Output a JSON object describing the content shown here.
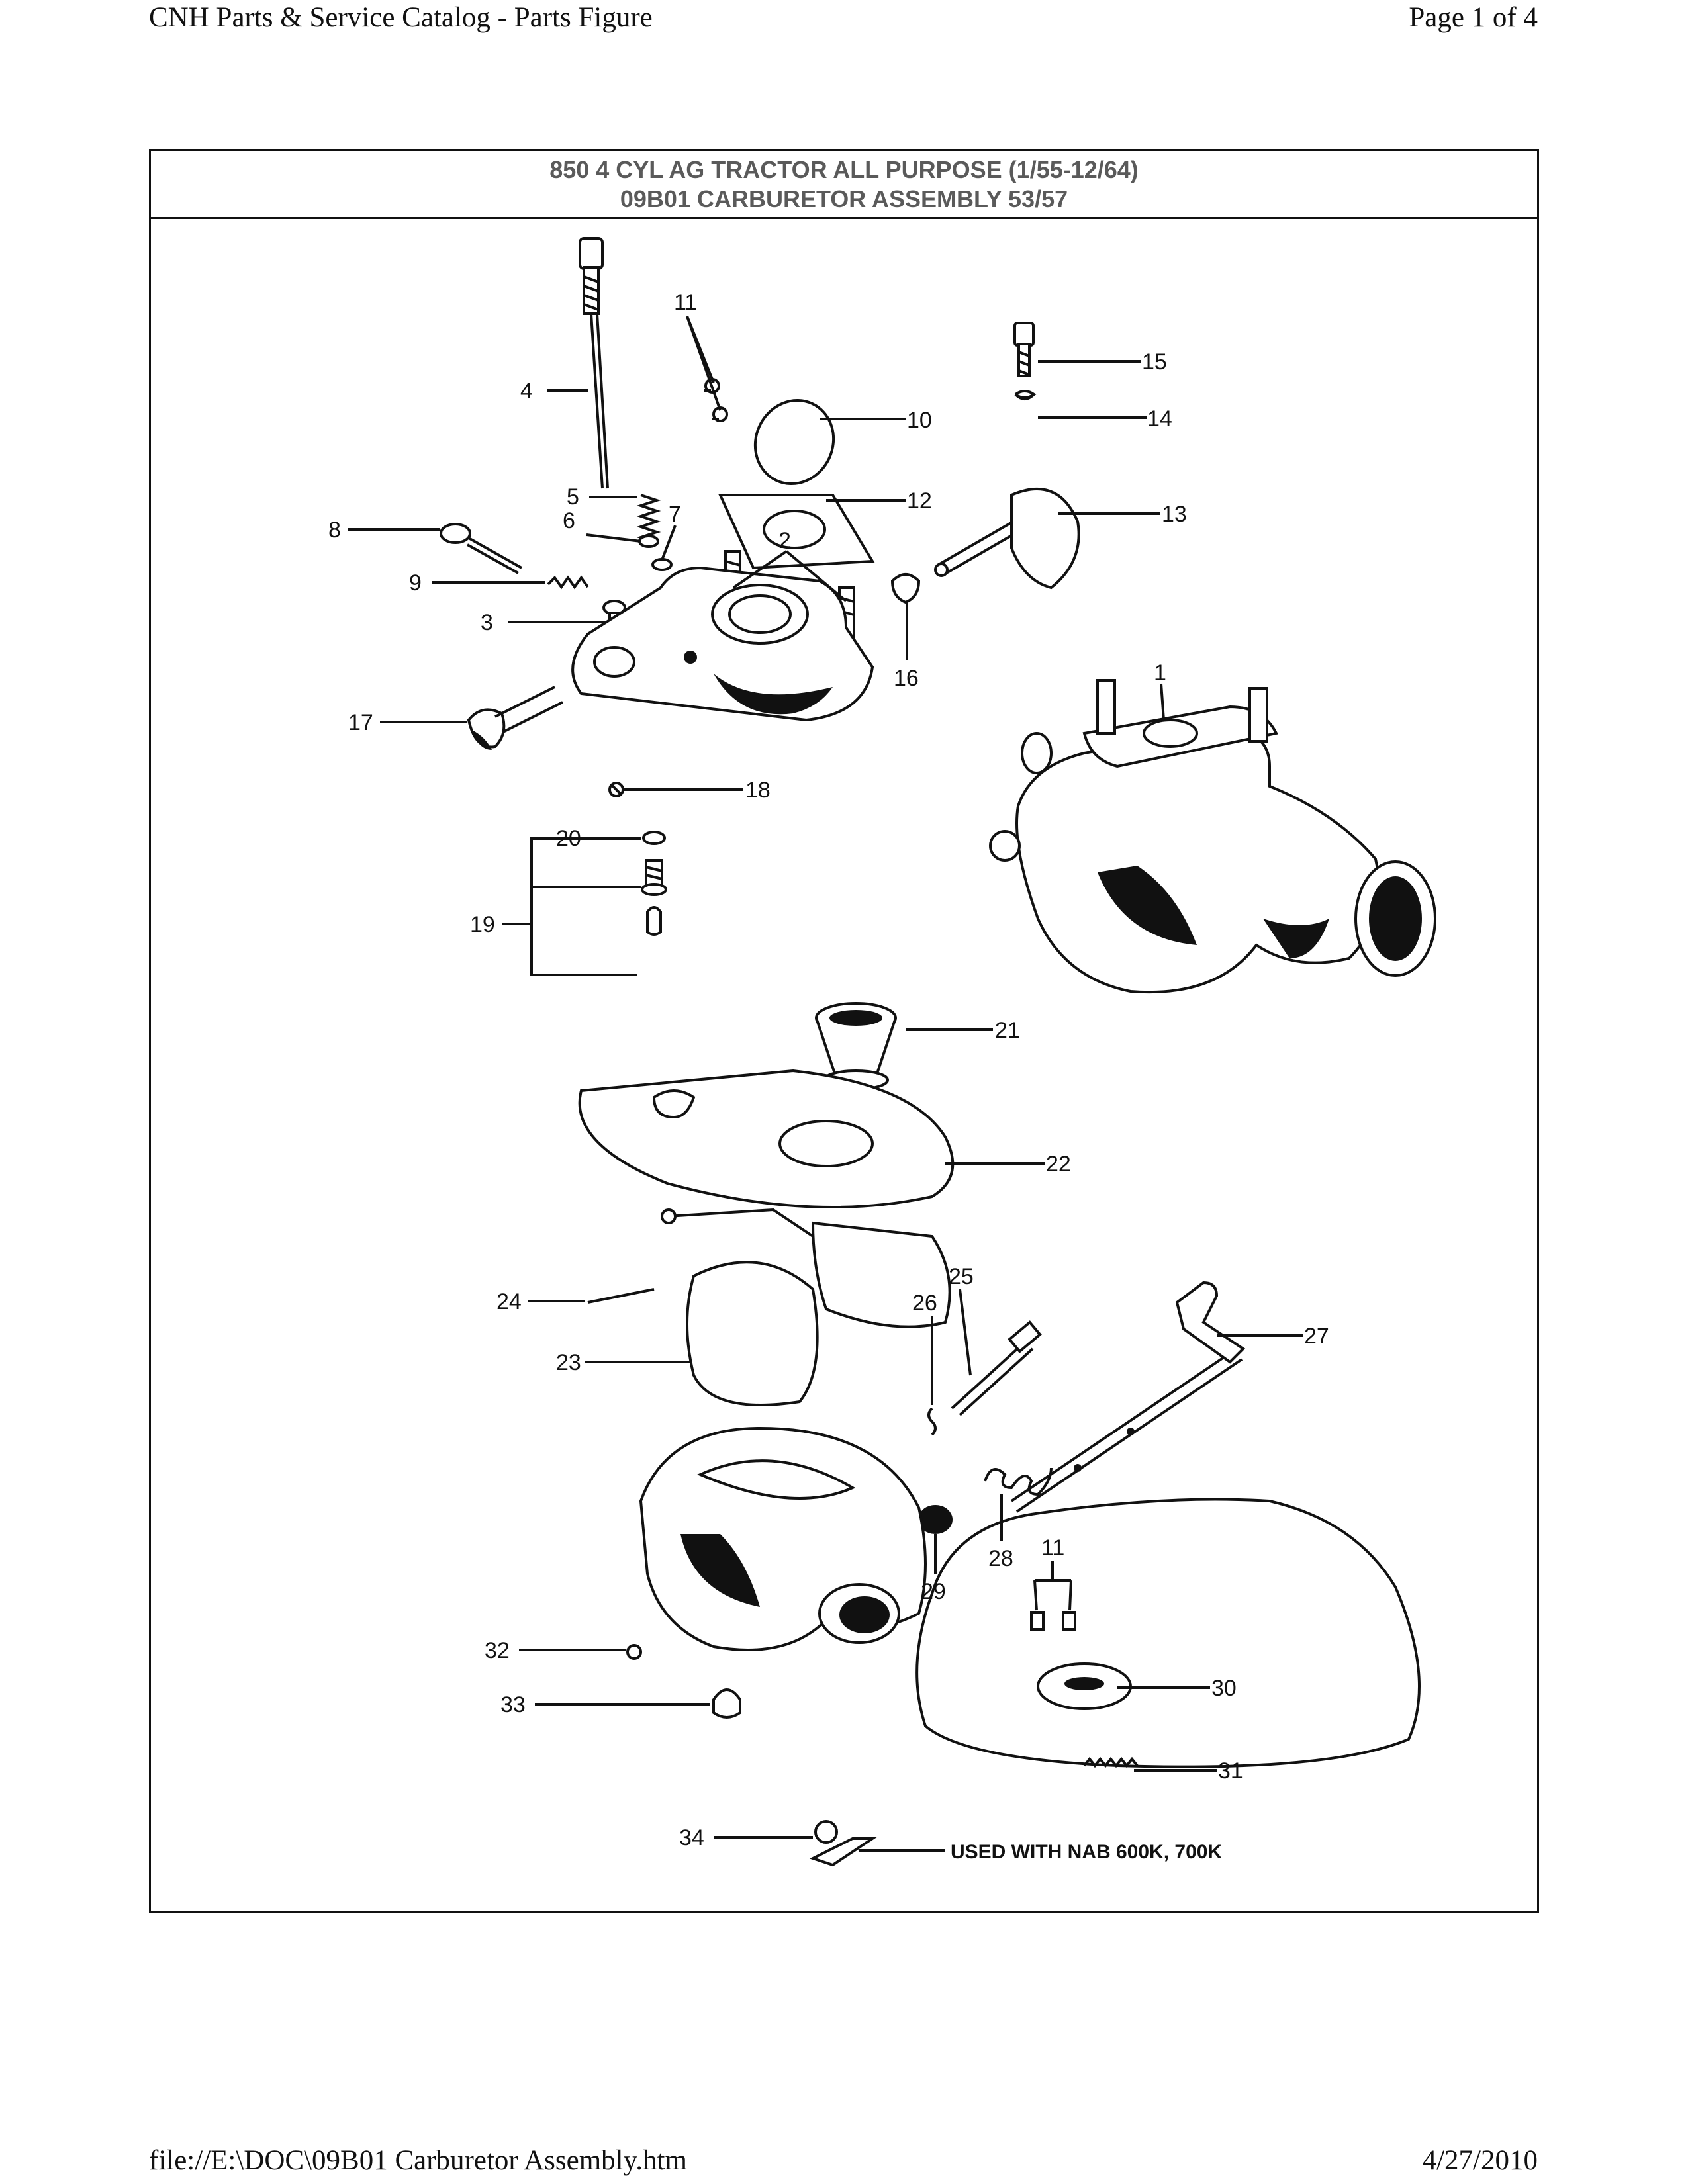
{
  "header": {
    "left": "CNH Parts & Service Catalog - Parts Figure",
    "right": "Page 1 of 4"
  },
  "figure": {
    "title_line1": "850 4 CYL AG TRACTOR ALL PURPOSE (1/55-12/64)",
    "title_line2": "09B01 CARBURETOR ASSEMBLY 53/57",
    "callouts": [
      "1",
      "2",
      "3",
      "4",
      "5",
      "6",
      "7",
      "8",
      "9",
      "10",
      "11",
      "12",
      "13",
      "14",
      "15",
      "16",
      "17",
      "18",
      "19",
      "20",
      "21",
      "22",
      "23",
      "24",
      "25",
      "26",
      "27",
      "28",
      "29",
      "30",
      "31",
      "32",
      "33",
      "34"
    ],
    "callout_11_second": "11",
    "note": "USED WITH NAB 600K, 700K"
  },
  "footer": {
    "left": "file://E:\\DOC\\09B01 Carburetor Assembly.htm",
    "right": "4/27/2010"
  }
}
